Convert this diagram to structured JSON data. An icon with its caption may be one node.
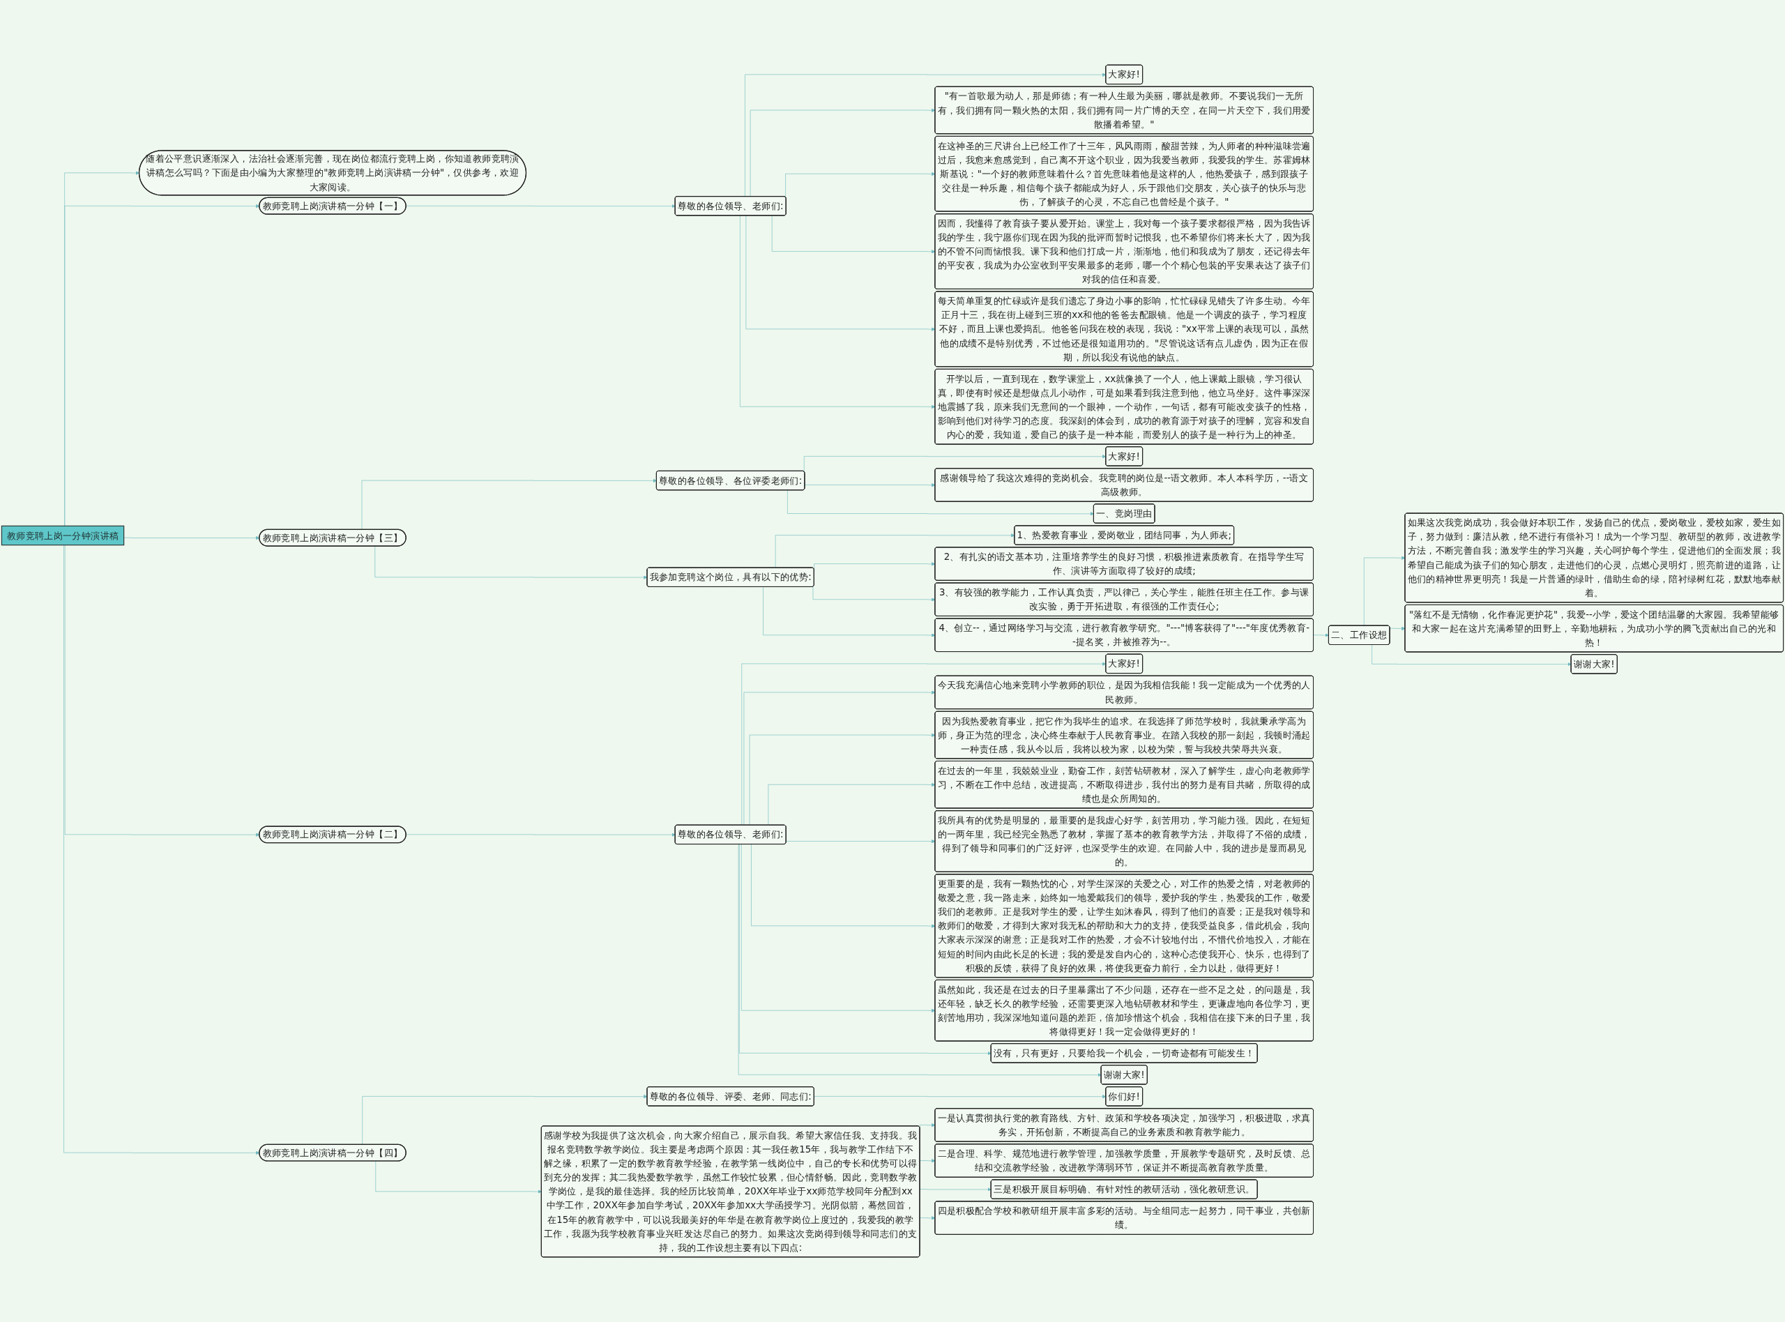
{
  "diagram": {
    "nodes": [
      {
        "text": [
          "教师竞聘上岗一分钟演讲稿"
        ]
      },
      {
        "text": [
          "随着公平意识逐渐深入，法治社会逐渐完善，现在岗位都流行竞聘上岗，你知道教师竞聘演讲稿怎么写吗？下面是由小编为大家整理的\"教师竞聘上岗演讲稿一分钟\"，仅供参考，欢迎大家阅读。"
        ]
      },
      {
        "text": [
          "教师竞聘上岗演讲稿一分钟【一】"
        ]
      },
      {
        "text": [
          "尊敬的各位领导、老师们:"
        ]
      },
      {
        "text": [
          "大家好!"
        ]
      },
      {
        "text": [
          "\"有一首歌最为动人，那是师德；有一种人生最为美丽，哪就是教师。不要说我们一无所有，我们拥有同一颗火热的太阳，我们拥有同一片广博的天空，在同一片天空下，我们用爱散播着希望。\""
        ]
      },
      {
        "text": [
          "在这神圣的三尺讲台上已经工作了十三年，风风雨雨，酸甜苦辣，为人师者的种种滋味尝遍过后，我愈来愈感觉到，自己离不开这个职业，因为我爱当教师，我爱我的学生。苏霍姆林斯基说：\"一个好的教师意味着什么？首先意味着他是这样的人，他热爱孩子，感到跟孩子交往是一种乐趣，相信每个孩子都能成为好人，乐于跟他们交朋友，关心孩子的快乐与悲伤，了解孩子的心灵，不忘自己也曾经是个孩子。\""
        ]
      },
      {
        "text": [
          "因而，我懂得了教育孩子要从爱开始。课堂上，我对每一个孩子要求都很严格，因为我告诉我的学生，我宁愿你们现在因为我的批评而暂时记恨我，也不希望你们将来长大了，因为我的不管不问而恼恨我。课下我和他们打成一片，渐渐地，他们和我成为了朋友，还记得去年的平安夜，我成为办公室收到平安果最多的老师，哪一个个精心包装的平安果表达了孩子们对我的信任和喜爱。"
        ]
      },
      {
        "text": [
          "每天简单重复的忙碌或许是我们遗忘了身边小事的影响，忙忙碌碌见错失了许多生动。今年正月十三，我在街上碰到三班的xx和他的爸爸去配眼镜。他是一个调皮的孩子，学习程度不好，而且上课也爱捣乱。他爸爸问我在校的表现，我说：\"xx平常上课的表现可以，虽然他的成绩不是特别优秀，不过他还是很知道用功的。\"尽管说这话有点儿虚伪，因为正在假期，所以我没有说他的缺点。"
        ]
      },
      {
        "text": [
          "开学以后，一直到现在，数学课堂上，xx就像换了一个人，他上课戴上眼镜，学习很认真，即使有时候还是想做点儿小动作，可是如果看到我注意到他，他立马坐好。这件事深深地震撼了我，原来我们无意间的一个眼神，一个动作，一句话，都有可能改变孩子的性格，影响到他们对待学习的态度。我深刻的体会到，成功的教育源于对孩子的理解，宽容和发自内心的爱，我知道，爱自己的孩子是一种本能，而爱别人的孩子是一种行为上的神圣。"
        ]
      },
      {
        "text": [
          "教师竞聘上岗演讲稿一分钟【三】"
        ]
      },
      {
        "text": [
          "尊敬的各位领导、各位评委老师们:"
        ]
      },
      {
        "text": [
          "大家好!"
        ]
      },
      {
        "text": [
          "感谢领导给了我这次难得的竞岗机会。我竞聘的岗位是--语文教师。本人本科学历，--语文高级教师。"
        ]
      },
      {
        "text": [
          "一、竞岗理由"
        ]
      },
      {
        "text": [
          "我参加竞聘这个岗位，具有以下的优势:"
        ]
      },
      {
        "text": [
          "1、热爱教育事业，爱岗敬业，团结同事，为人师表;"
        ]
      },
      {
        "text": [
          "2、有扎实的语文基本功，注重培养学生的良好习惯，积极推进素质教育。在指导学生写作、演讲等方面取得了较好的成绩;"
        ]
      },
      {
        "text": [
          "3、有较强的教学能力，工作认真负责，严以律己，关心学生，能胜任班主任工作。参与课改实验，勇于开拓进取，有很强的工作责任心;"
        ]
      },
      {
        "text": [
          "4、创立--，通过网络学习与交流，进行教育教学研究。\"---\"博客获得了\"---\"年度优秀教育--提名奖，并被推荐为--。"
        ]
      },
      {
        "text": [
          "二、工作设想"
        ]
      },
      {
        "text": [
          "如果这次我竞岗成功，我会做好本职工作，发扬自己的优点，爱岗敬业，爱校如家，爱生如子，努力做到：廉洁从教，绝不进行有偿补习！成为一个学习型、教研型的教师，改进教学方法，不断完善自我；激发学生的学习兴趣，关心呵护每个学生，促进他们的全面发展；我希望自己能成为孩子们的知心朋友，走进他们的心灵，点燃心灵明灯，照亮前进的道路，让他们的精神世界更明亮！我是一片普通的绿叶，借助生命的绿，陪衬绿树红花，默默地奉献着。"
        ]
      },
      {
        "text": [
          "\"落红不是无情物，化作春泥更护花\"，我爱--小学，爱这个团结温馨的大家园。我希望能够和大家一起在这片充满希望的田野上，辛勤地耕耘，为成功小学的腾飞贡献出自己的光和热！"
        ]
      },
      {
        "text": [
          "谢谢大家!"
        ]
      },
      {
        "text": [
          "教师竞聘上岗演讲稿一分钟【二】"
        ]
      },
      {
        "text": [
          "尊敬的各位领导、老师们:"
        ]
      },
      {
        "text": [
          "大家好!"
        ]
      },
      {
        "text": [
          "今天我充满信心地来竞聘小学教师的职位，是因为我相信我能！我一定能成为一个优秀的人民教师。"
        ]
      },
      {
        "text": [
          "因为我热爱教育事业，把它作为我毕生的追求。在我选择了师范学校时，我就秉承学高为师，身正为范的理念，决心终生奉献于人民教育事业。在踏入我校的那一刻起，我顿时涌起一种责任感，我从今以后，我将以校为家，以校为荣，誓与我校共荣辱共兴衰。"
        ]
      },
      {
        "text": [
          "在过去的一年里，我兢兢业业，勤奋工作，刻苦钻研教材，深入了解学生，虚心向老教师学习，不断在工作中总结，改进提高，不断取得进步，我付出的努力是有目共睹，所取得的成绩也是众所周知的。"
        ]
      },
      {
        "text": [
          "我所具有的优势是明显的，最重要的是我虚心好学，刻苦用功，学习能力强。因此，在短短的一两年里，我已经完全熟悉了教材，掌握了基本的教育教学方法，并取得了不俗的成绩，得到了领导和同事们的广泛好评，也深受学生的欢迎。在同龄人中，我的进步是显而易见的。"
        ]
      },
      {
        "text": [
          "更重要的是，我有一颗热忱的心，对学生深深的关爱之心，对工作的热爱之情，对老教师的敬爱之意，我一路走来，始终如一地爱戴我们的领导，爱护我的学生，热爱我的工作，敬爱我们的老教师。正是我对学生的爱，让学生如沐春风，得到了他们的喜爱；正是我对领导和教师们的敬爱，才得到大家对我无私的帮助和大力的支持，使我受益良多，借此机会，我向大家表示深深的谢意；正是我对工作的热爱，才会不计较地付出，不惜代价地投入，才能在短短的时间内由此长足的长进；我的爱是发自内心的，这种心态使我开心、快乐，也得到了积极的反馈，获得了良好的效果，将使我更奋力前行，全力以赴，做得更好！"
        ]
      },
      {
        "text": [
          "虽然如此，我还是在过去的日子里暴露出了不少问题，还存在一些不足之处，的问题是，我还年轻，缺乏长久的教学经验，还需要更深入地钻研教材和学生，更谦虚地向各位学习，更刻苦地用功，我深深地知道问题的差距，倍加珍惜这个机会，我相信在接下来的日子里，我将做得更好！我一定会做得更好的！"
        ]
      },
      {
        "text": [
          "没有，只有更好，只要给我一个机会，一切奇迹都有可能发生！"
        ]
      },
      {
        "text": [
          "谢谢大家!"
        ]
      },
      {
        "text": [
          "教师竞聘上岗演讲稿一分钟【四】"
        ]
      },
      {
        "text": [
          "尊敬的各位领导、评委、老师、同志们:"
        ]
      },
      {
        "text": [
          "你们好!"
        ]
      },
      {
        "text": [
          "感谢学校为我提供了这次机会，向大家介绍自己，展示自我。希望大家信任我、支持我。我报名竞聘数学教学岗位。我主要是考虑两个原因：其一我任教15年，我与教学工作结下不解之缘，积累了一定的数学教育教学经验，在教学第一线岗位中，自己的专长和优势可以得到充分的发挥；其二我热爱数学教学，虽然工作较忙较累，但心情舒畅。因此，竞聘数学教学岗位，是我的最佳选择。我的经历比较简单，20XX年毕业于xx师范学校同年分配到xx中学工作，20XX年参加自学考试，20XX年参加xx大学函授学习。光阴似箭，蓦然回首，在15年的教育教学中，可以说我最美好的年华是在教育教学岗位上度过的，我爱我的教学工作，我愿为我学校教育事业兴旺发达尽自己的努力。如果这次竞岗得到领导和同志们的支持，我的工作设想主要有以下四点:"
        ]
      },
      {
        "text": [
          "一是认真贯彻执行党的教育路线、方针、政策和学校各项决定，加强学习，积极进取，求真务实，开拓创新，不断提高自己的业务素质和教育教学能力。"
        ]
      },
      {
        "text": [
          "二是合理、科学、规范地进行教学管理，加强教学质量，开展教学专题研究，及时反馈、总结和交流教学经验，改进教学薄弱环节，保证并不断提高教育教学质量。"
        ]
      },
      {
        "text": [
          "三是积极开展目标明确、有针对性的教研活动，强化教研意识。"
        ]
      },
      {
        "text": [
          "四是积极配合学校和教研组开展丰富多彩的活动。与全组同志一起努力，同干事业，共创新绩。"
        ]
      }
    ],
    "edges": [
      {
        "from": 0,
        "to": 1,
        "arrow": "to"
      },
      {
        "from": 0,
        "to": 2,
        "arrow": "to"
      },
      {
        "from": 2,
        "to": 3,
        "arrow": "to"
      },
      {
        "from": 3,
        "to": 4,
        "arrow": "to"
      },
      {
        "from": 3,
        "to": 5,
        "arrow": "to"
      },
      {
        "from": 3,
        "to": 6,
        "arrow": "to"
      },
      {
        "from": 3,
        "to": 7,
        "arrow": "to"
      },
      {
        "from": 3,
        "to": 8,
        "arrow": "to"
      },
      {
        "from": 3,
        "to": 9,
        "arrow": "to"
      },
      {
        "from": 0,
        "to": 10,
        "arrow": "to"
      },
      {
        "from": 10,
        "to": 11,
        "arrow": "to"
      },
      {
        "from": 11,
        "to": 12,
        "arrow": "to"
      },
      {
        "from": 11,
        "to": 13,
        "arrow": "to"
      },
      {
        "from": 11,
        "to": 14,
        "arrow": "to"
      },
      {
        "from": 10,
        "to": 15,
        "arrow": "to"
      },
      {
        "from": 15,
        "to": 16,
        "arrow": "to"
      },
      {
        "from": 15,
        "to": 17,
        "arrow": "to"
      },
      {
        "from": 15,
        "to": 18,
        "arrow": "to"
      },
      {
        "from": 15,
        "to": 19,
        "arrow": "to"
      },
      {
        "from": 19,
        "to": 20,
        "arrow": "to"
      },
      {
        "from": 20,
        "to": 21,
        "arrow": "to"
      },
      {
        "from": 20,
        "to": 22,
        "arrow": "to"
      },
      {
        "from": 20,
        "to": 23,
        "arrow": "to"
      },
      {
        "from": 0,
        "to": 24,
        "arrow": "to"
      },
      {
        "from": 24,
        "to": 25,
        "arrow": "to"
      },
      {
        "from": 25,
        "to": 26,
        "arrow": "to"
      },
      {
        "from": 25,
        "to": 27,
        "arrow": "to"
      },
      {
        "from": 25,
        "to": 28,
        "arrow": "to"
      },
      {
        "from": 25,
        "to": 29,
        "arrow": "to"
      },
      {
        "from": 25,
        "to": 30,
        "arrow": "to"
      },
      {
        "from": 25,
        "to": 31,
        "arrow": "to"
      },
      {
        "from": 25,
        "to": 32,
        "arrow": "to"
      },
      {
        "from": 25,
        "to": 33,
        "arrow": "to"
      },
      {
        "from": 25,
        "to": 34,
        "arrow": "to"
      },
      {
        "from": 0,
        "to": 35,
        "arrow": "to"
      },
      {
        "from": 35,
        "to": 36,
        "arrow": "to"
      },
      {
        "from": 36,
        "to": 37,
        "arrow": "to"
      },
      {
        "from": 35,
        "to": 38,
        "arrow": "to"
      },
      {
        "from": 38,
        "to": 39,
        "arrow": "to"
      },
      {
        "from": 38,
        "to": 40,
        "arrow": "to"
      },
      {
        "from": 38,
        "to": 41,
        "arrow": "to"
      },
      {
        "from": 38,
        "to": 42,
        "arrow": "to"
      }
    ]
  }
}
